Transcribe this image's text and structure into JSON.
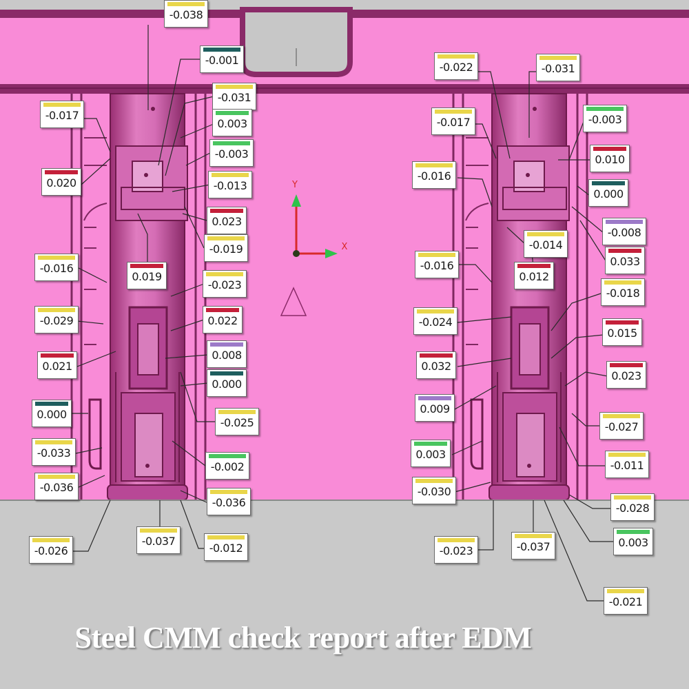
{
  "report_title": "Steel CMM  check report after EDM",
  "colors": {
    "plate": "#f98bd7",
    "base": "#c9c9c9",
    "part": "#c2549c",
    "outline": "#6e1a4c",
    "stripe_yellow": "#e9d64a",
    "stripe_red": "#c4203a",
    "stripe_green": "#49c55f",
    "stripe_teal": "#1e5e5e",
    "stripe_purple": "#9c7ac8"
  },
  "axes_triad": {
    "y_label": "Y",
    "x_label": "X"
  },
  "callouts": [
    {
      "id": "c01",
      "value": "-0.038",
      "stripe": "yellow"
    },
    {
      "id": "c02",
      "value": "-0.001",
      "stripe": "teal"
    },
    {
      "id": "c03",
      "value": "-0.031",
      "stripe": "yellow"
    },
    {
      "id": "c04",
      "value": "0.003",
      "stripe": "green"
    },
    {
      "id": "c05",
      "value": "-0.003",
      "stripe": "green"
    },
    {
      "id": "c06",
      "value": "-0.013",
      "stripe": "yellow"
    },
    {
      "id": "c07",
      "value": "0.023",
      "stripe": "red"
    },
    {
      "id": "c08",
      "value": "-0.019",
      "stripe": "yellow"
    },
    {
      "id": "c09",
      "value": "-0.023",
      "stripe": "yellow"
    },
    {
      "id": "c10",
      "value": "0.022",
      "stripe": "red"
    },
    {
      "id": "c11",
      "value": "0.008",
      "stripe": "purple"
    },
    {
      "id": "c12",
      "value": "0.000",
      "stripe": "teal"
    },
    {
      "id": "c13",
      "value": "-0.025",
      "stripe": "yellow"
    },
    {
      "id": "c14",
      "value": "-0.002",
      "stripe": "green"
    },
    {
      "id": "c15",
      "value": "-0.036",
      "stripe": "yellow"
    },
    {
      "id": "c16",
      "value": "-0.012",
      "stripe": "yellow"
    },
    {
      "id": "c17",
      "value": "-0.037",
      "stripe": "yellow"
    },
    {
      "id": "c18",
      "value": "-0.026",
      "stripe": "yellow"
    },
    {
      "id": "c19",
      "value": "-0.036",
      "stripe": "yellow"
    },
    {
      "id": "c20",
      "value": "-0.033",
      "stripe": "yellow"
    },
    {
      "id": "c21",
      "value": "0.000",
      "stripe": "teal"
    },
    {
      "id": "c22",
      "value": "0.021",
      "stripe": "red"
    },
    {
      "id": "c23",
      "value": "-0.029",
      "stripe": "yellow"
    },
    {
      "id": "c24",
      "value": "-0.016",
      "stripe": "yellow"
    },
    {
      "id": "c25",
      "value": "0.020",
      "stripe": "red"
    },
    {
      "id": "c26",
      "value": "-0.017",
      "stripe": "yellow"
    },
    {
      "id": "c27",
      "value": "0.019",
      "stripe": "red"
    },
    {
      "id": "c28",
      "value": "-0.022",
      "stripe": "yellow"
    },
    {
      "id": "c29",
      "value": "-0.031",
      "stripe": "yellow"
    },
    {
      "id": "c30",
      "value": "-0.017",
      "stripe": "yellow"
    },
    {
      "id": "c31",
      "value": "-0.003",
      "stripe": "green"
    },
    {
      "id": "c32",
      "value": "0.010",
      "stripe": "red"
    },
    {
      "id": "c33",
      "value": "-0.016",
      "stripe": "yellow"
    },
    {
      "id": "c34",
      "value": "0.000",
      "stripe": "teal"
    },
    {
      "id": "c35",
      "value": "-0.008",
      "stripe": "purple"
    },
    {
      "id": "c36",
      "value": "-0.014",
      "stripe": "yellow"
    },
    {
      "id": "c37",
      "value": "0.033",
      "stripe": "red"
    },
    {
      "id": "c38",
      "value": "0.012",
      "stripe": "red"
    },
    {
      "id": "c39",
      "value": "-0.016",
      "stripe": "yellow"
    },
    {
      "id": "c40",
      "value": "-0.018",
      "stripe": "yellow"
    },
    {
      "id": "c41",
      "value": "-0.024",
      "stripe": "yellow"
    },
    {
      "id": "c42",
      "value": "0.015",
      "stripe": "red"
    },
    {
      "id": "c43",
      "value": "0.032",
      "stripe": "red"
    },
    {
      "id": "c44",
      "value": "0.023",
      "stripe": "red"
    },
    {
      "id": "c45",
      "value": "0.009",
      "stripe": "purple"
    },
    {
      "id": "c46",
      "value": "-0.027",
      "stripe": "yellow"
    },
    {
      "id": "c47",
      "value": "0.003",
      "stripe": "green"
    },
    {
      "id": "c48",
      "value": "-0.011",
      "stripe": "yellow"
    },
    {
      "id": "c49",
      "value": "-0.030",
      "stripe": "yellow"
    },
    {
      "id": "c50",
      "value": "-0.028",
      "stripe": "yellow"
    },
    {
      "id": "c51",
      "value": "0.003",
      "stripe": "green"
    },
    {
      "id": "c52",
      "value": "-0.023",
      "stripe": "yellow"
    },
    {
      "id": "c53",
      "value": "-0.037",
      "stripe": "yellow"
    },
    {
      "id": "c54",
      "value": "-0.021",
      "stripe": "yellow"
    }
  ]
}
